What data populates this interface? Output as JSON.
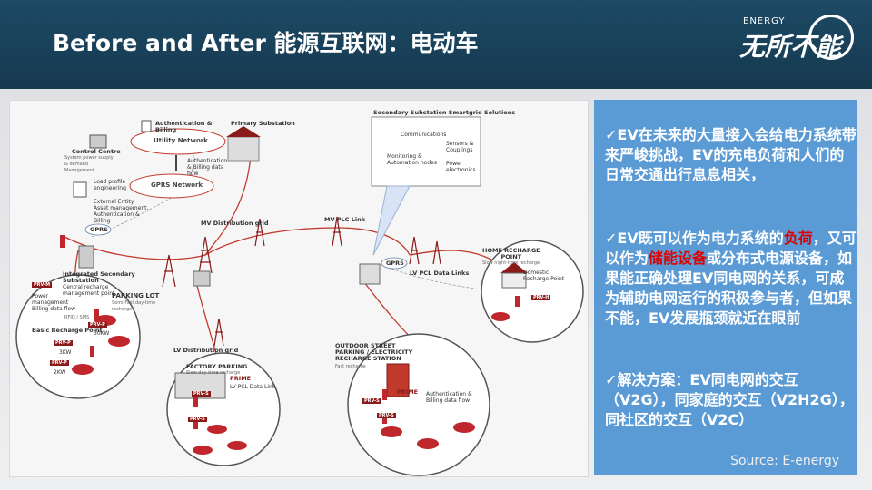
{
  "header": {
    "title": "Before and After 能源互联网：电动车",
    "logo_small": "ENERGY",
    "logo_main": "无所不能"
  },
  "diagram": {
    "authentication_billing": "Authentication &\nBilling",
    "utility_network": "Utility Network",
    "control_centre": "Control Centre",
    "control_centre_sub": "System power supply\n& demand\nManagement",
    "auth_billing_flow": "Authentication\n& Billing data\nflow",
    "primary_substation": "Primary Substation",
    "load_profile": "Load profile\nengineering",
    "gprs_network": "GPRS Network",
    "external_entity": "External Entity\nAsset management,\nAuthentication &\nBilling",
    "secondary_substation": "Secondary Substation Smartgrid Solutions",
    "communications": "Communications",
    "sensors_couplings": "Sensors &\nCouplings",
    "monitoring_nodes": "Monitoring &\nAutomation nodes",
    "power_electronics": "Power\nelectronics",
    "mv_distribution_grid": "MV Distribution grid",
    "mv_plc_link": "MV PLC Link",
    "gprs_1": "GPRS",
    "gprs_2": "GPRS",
    "lv_pcl_data_links": "LV PCL Data Links",
    "integrated_secondary": "Integrated Secondary\nSubstation",
    "recharge_management": "Central recharge\nmanagement point",
    "home_recharge_point": "HOME RECHARGE\nPOINT",
    "slow_night": "Slow night-time recharge",
    "domestic_recharge": "Domestic\nRecharge Point",
    "prv_h": "PRV-H",
    "prv_m": "PRV-M",
    "power_management": "Power\nmanagement\nBilling data flow",
    "parking_lot": "PARKING LOT",
    "semi_fast": "Semi-Fast day-time\nrecharge",
    "rfid": "RFID / SMS",
    "prv_p1": "PRV-P",
    "kw30": "30KW",
    "basic_recharge": "Basic Recharge Point",
    "prv_p2": "PRV-P",
    "kw3": "3KW",
    "prv_p3": "PRV-P",
    "kw2": "2KW",
    "lv_distribution_grid": "LV Distribution grid",
    "factory_parking": "FACTORY PARKING",
    "slow_day": "Slow day-time recharge",
    "prime_1": "PRIME",
    "lv_plc_data_link": "LV PCL Data Link",
    "prv_s1": "PRV-S",
    "prv_s2": "PRV-S",
    "outdoor_street": "OUTDOOR STREET\nPARKING / ELECTRICITY\nRECHARGE STATION",
    "fast_recharge": "Fast recharge",
    "prime_2": "PRIME",
    "auth_billing_flow_2": "Authentication &\nBilling data flow",
    "prv_s3": "PRV-S",
    "prv_s4": "PRV-S"
  },
  "text_panel": {
    "p1": "✓EV在未来的大量接入会给电力系统带来严峻挑战，EV的充电负荷和人们的日常交通出行息息相关，",
    "p2_a": "✓EV既可以作为电力系统的",
    "p2_hl1": "负荷",
    "p2_b": "，又可以作为",
    "p2_hl2": "储能设备",
    "p2_c": "或分布式电源设备，如果能正确处理EV同电网的关系，可成为辅助电网运行的积极参与者，但如果不能，EV发展瓶颈就近在眼前",
    "p3": "✓解决方案：EV同电网的交互（V2G），同家庭的交互（V2H2G），同社区的交互（V2C）",
    "source": "Source: E-energy"
  },
  "colors": {
    "header_bg": "#1d4a66",
    "panel_blue": "#5b9bd5",
    "highlight": "#e00000",
    "tower_red": "#8b1a1a"
  }
}
